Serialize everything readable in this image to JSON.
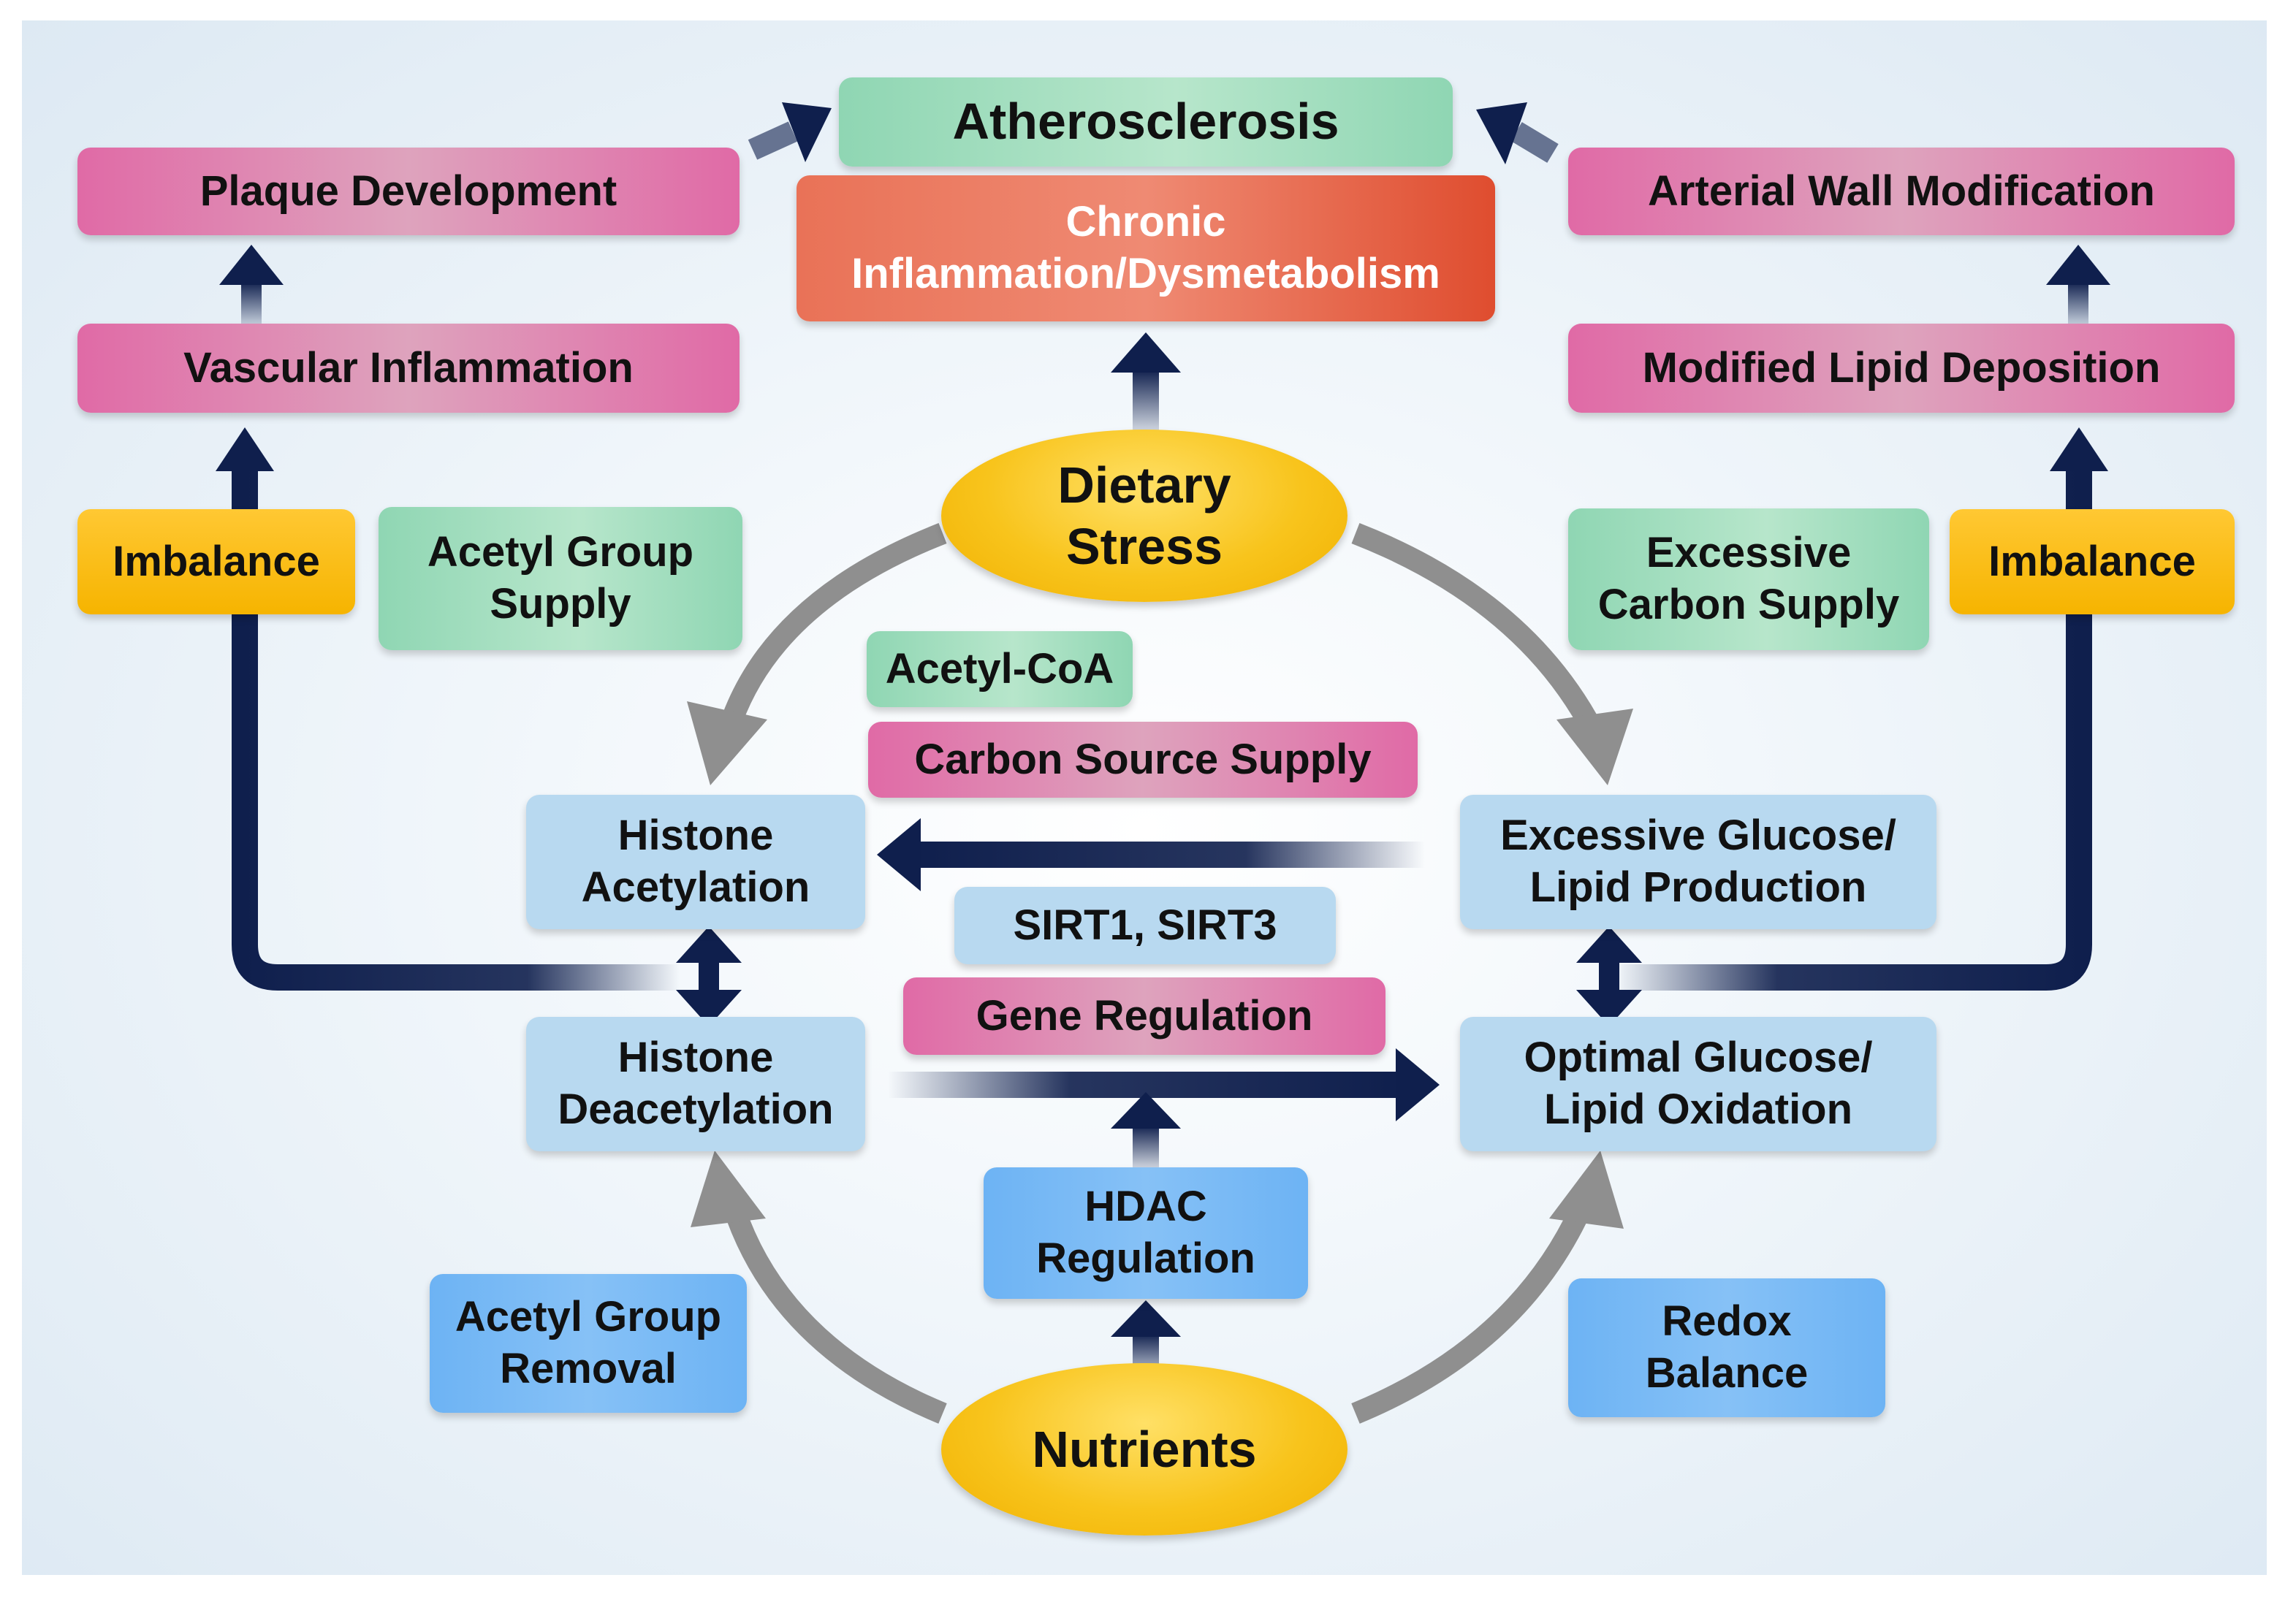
{
  "colors": {
    "arrow_dark": "#0f1f4d",
    "arrow_gray": "#8f8f8f",
    "box_green": "#8fd6b3",
    "box_pink": "#e06aa6",
    "box_red": "#e55a3c",
    "box_light_blue": "#b8d9f0",
    "box_blue": "#6db3f4",
    "box_orange": "#f6b400"
  },
  "top": {
    "atherosclerosis": "Atherosclerosis",
    "chronic_line1": "Chronic",
    "chronic_line2": "Inflammation/Dysmetabolism"
  },
  "left_column": {
    "plaque_development": "Plaque Development",
    "vascular_inflammation": "Vascular Inflammation",
    "imbalance": "Imbalance",
    "acetyl_supply_line1": "Acetyl Group",
    "acetyl_supply_line2": "Supply"
  },
  "right_column": {
    "arterial_wall_modification": "Arterial Wall Modification",
    "modified_lipid_deposition": "Modified Lipid Deposition",
    "imbalance": "Imbalance",
    "excessive_carbon_line1": "Excessive",
    "excessive_carbon_line2": "Carbon Supply"
  },
  "center": {
    "dietary_stress_line1": "Dietary",
    "dietary_stress_line2": "Stress",
    "acetyl_coa": "Acetyl-CoA",
    "carbon_source_supply": "Carbon Source Supply",
    "histone_acetylation_line1": "Histone",
    "histone_acetylation_line2": "Acetylation",
    "excessive_glucose_line1": "Excessive Glucose/",
    "excessive_glucose_line2": "Lipid Production",
    "sirt": "SIRT1, SIRT3",
    "gene_regulation": "Gene Regulation",
    "histone_deacetylation_line1": "Histone",
    "histone_deacetylation_line2": "Deacetylation",
    "optimal_glucose_line1": "Optimal Glucose/",
    "optimal_glucose_line2": "Lipid Oxidation",
    "hdac_line1": "HDAC",
    "hdac_line2": "Regulation",
    "acetyl_removal_line1": "Acetyl Group",
    "acetyl_removal_line2": "Removal",
    "redox_line1": "Redox",
    "redox_line2": "Balance",
    "nutrients": "Nutrients"
  }
}
